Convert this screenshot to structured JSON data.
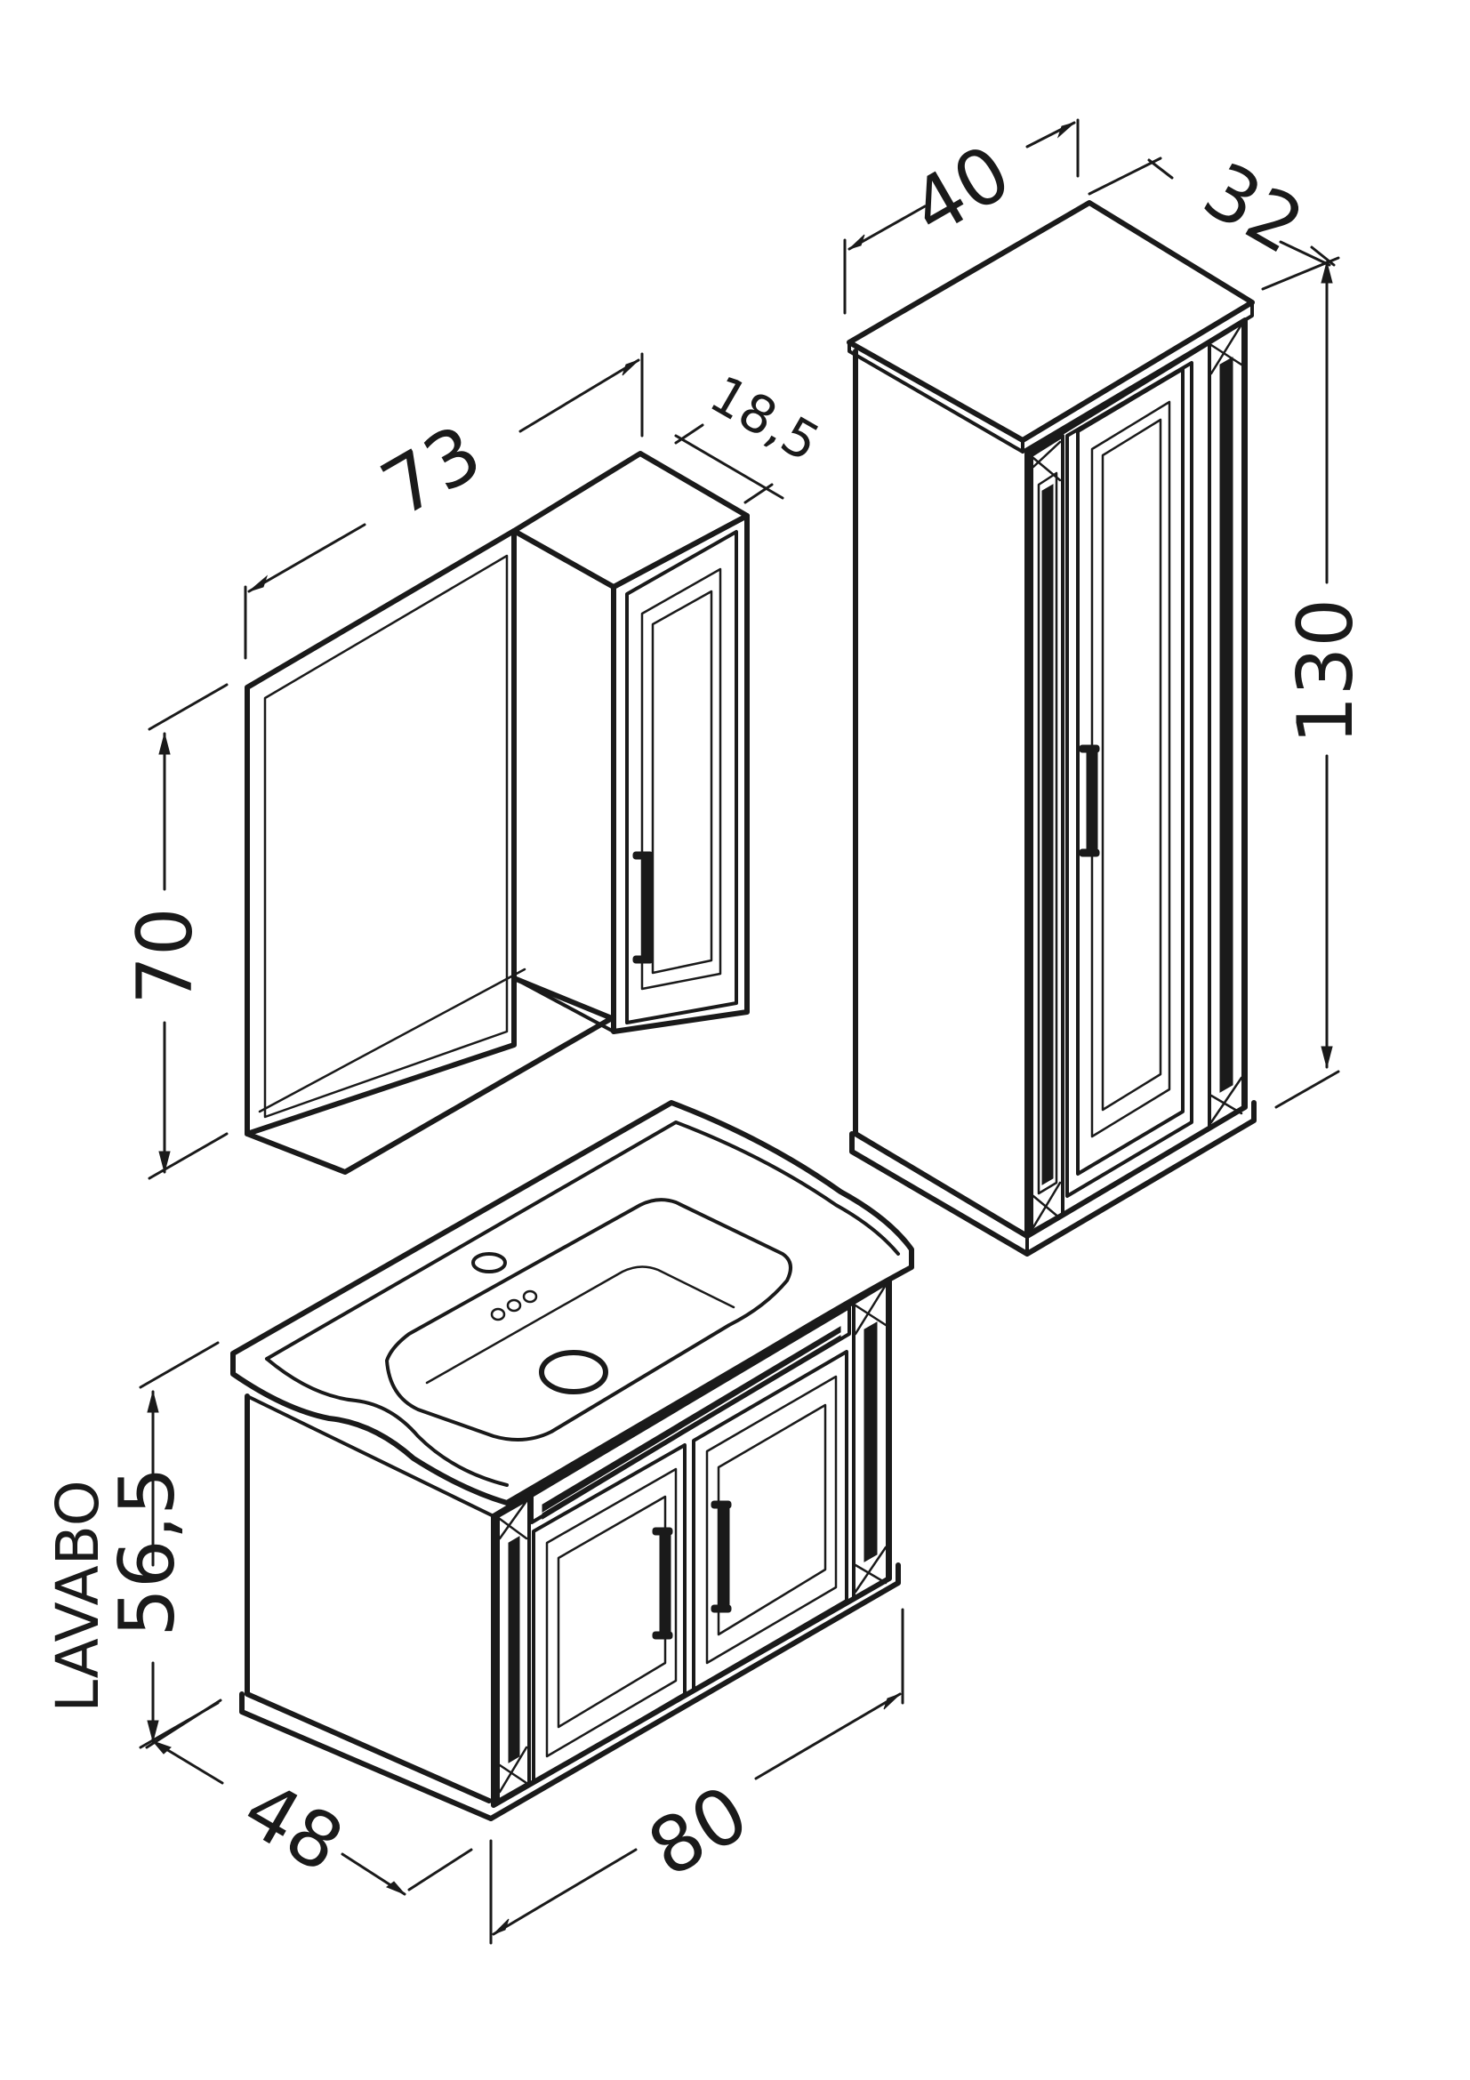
{
  "dimensions": {
    "mirror_width": "73",
    "mirror_depth": "18,5",
    "mirror_height": "70",
    "tall_width": "40",
    "tall_depth": "32",
    "tall_height": "130",
    "sink_height": "56,5",
    "sink_label": "LAVABO",
    "sink_depth": "48",
    "sink_width": "80"
  },
  "colors": {
    "line": "#1a1a1a",
    "background": "#ffffff"
  }
}
